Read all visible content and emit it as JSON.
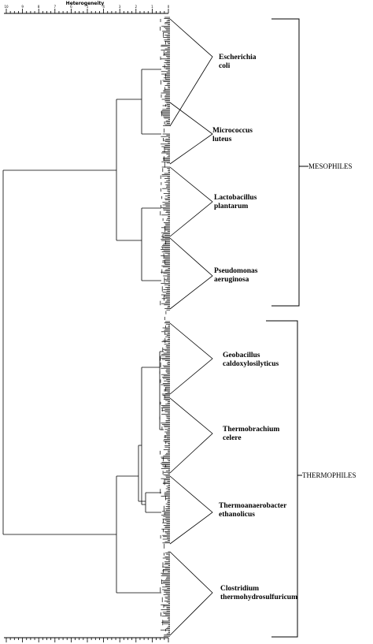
{
  "axis": {
    "title": "Heterogeneity",
    "top_ticks": [
      "10",
      "9",
      "8",
      "7",
      "6",
      "5",
      "4",
      "3",
      "2",
      "1",
      "0"
    ]
  },
  "groups": [
    {
      "key": "mesophiles",
      "label": "MESOPHILES",
      "clusters": [
        {
          "key": "escherichia-coli",
          "line1": "Escherichia",
          "line2": "coli"
        },
        {
          "key": "micrococcus-luteus",
          "line1": "Micrococcus",
          "line2": "luteus"
        },
        {
          "key": "lactobacillus-plantarum",
          "line1": "Lactobacillus",
          "line2": "plantarum"
        },
        {
          "key": "pseudomonas-aeruginosa",
          "line1": "Pseudomonas",
          "line2": "aeruginosa"
        }
      ]
    },
    {
      "key": "thermophiles",
      "label": "THERMOPHILES",
      "clusters": [
        {
          "key": "geobacillus-caldoxylosilyticus",
          "line1": "Geobacillus",
          "line2": "caldoxylosilyticus"
        },
        {
          "key": "thermobrachium-celere",
          "line1": "Thermobrachium",
          "line2": "celere"
        },
        {
          "key": "thermoanaerobacter-ethanolicus",
          "line1": "Thermoanaerobacter",
          "line2": "ethanolicus"
        },
        {
          "key": "clostridium-thermohydrosulfuricum",
          "line1": "Clostridium",
          "line2": "thermohydrosulfuricum"
        }
      ]
    }
  ]
}
